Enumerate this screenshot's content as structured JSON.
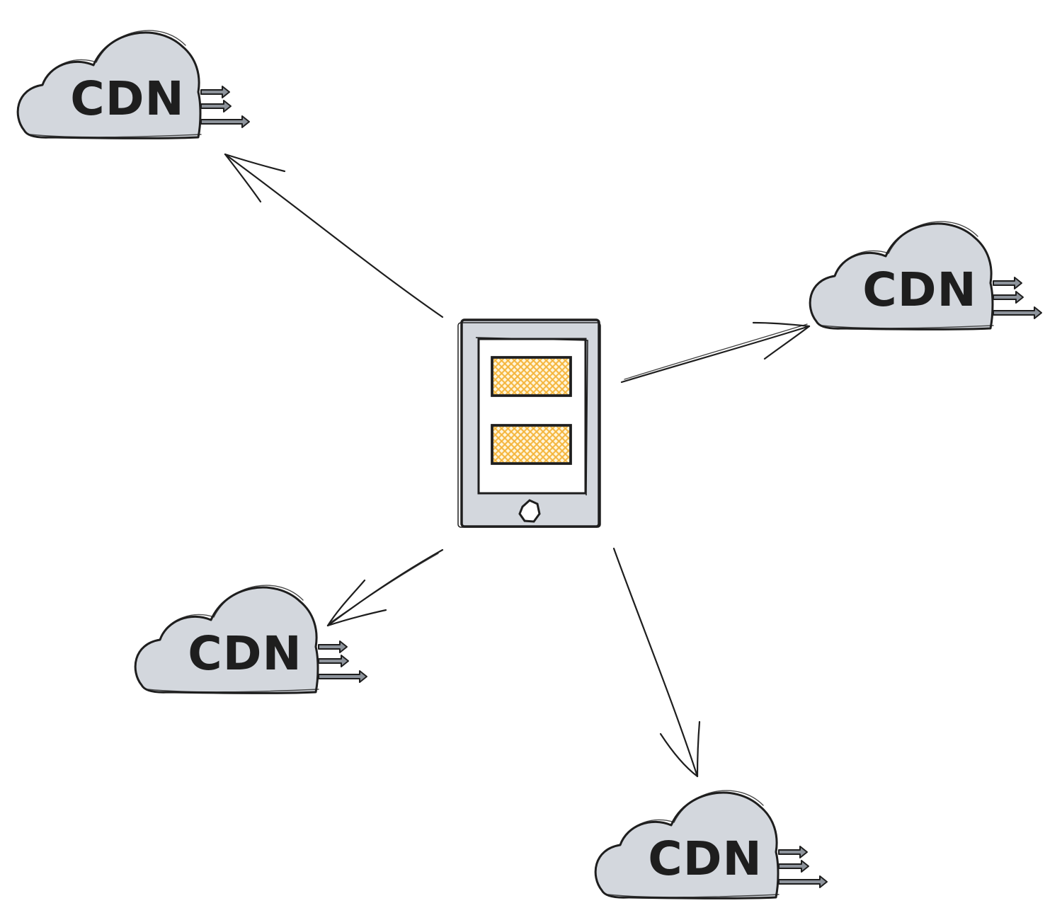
{
  "diagram": {
    "device": {
      "kind": "tablet",
      "icon": "tablet-icon",
      "screen_blocks": 2,
      "block_color": "#f4b43a",
      "body_color": "#d3d7dd"
    },
    "nodes": [
      {
        "id": "cdn_top_left",
        "label": "CDN",
        "icon": "cloud-icon"
      },
      {
        "id": "cdn_right",
        "label": "CDN",
        "icon": "cloud-icon"
      },
      {
        "id": "cdn_bottom_left",
        "label": "CDN",
        "icon": "cloud-icon"
      },
      {
        "id": "cdn_bottom",
        "label": "CDN",
        "icon": "cloud-icon"
      }
    ],
    "edges": [
      {
        "from": "device",
        "to": "cdn_top_left"
      },
      {
        "from": "device",
        "to": "cdn_right"
      },
      {
        "from": "device",
        "to": "cdn_bottom_left"
      },
      {
        "from": "device",
        "to": "cdn_bottom"
      }
    ],
    "colors": {
      "cloud_fill": "#d3d7dd",
      "stroke": "#1e1e1e",
      "hatch": "#f4b43a",
      "background": "#ffffff"
    }
  }
}
